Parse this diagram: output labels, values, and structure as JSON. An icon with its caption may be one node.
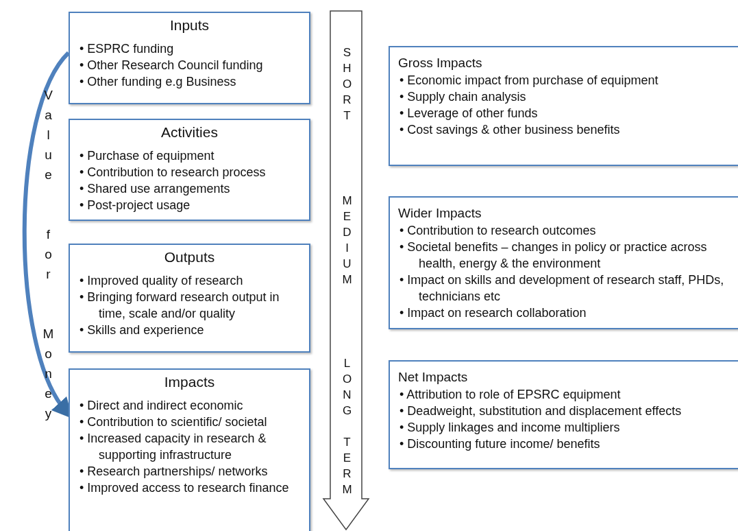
{
  "diagram": {
    "nodes": [
      {
        "text": [
          "Inputs",
          "• ESPRC funding",
          "• Other Research Council funding",
          "• Other funding e.g Business"
        ]
      },
      {
        "text": [
          "Activities",
          "• Purchase of equipment",
          "• Contribution to research process",
          "• Shared use arrangements",
          "• Post-project usage"
        ]
      },
      {
        "text": [
          "Outputs",
          "• Improved quality of research",
          "• Bringing forward research output in time, scale and/or quality",
          "• Skills and experience"
        ]
      },
      {
        "text": [
          "Impacts",
          "• Direct and indirect economic",
          "• Contribution to scientific/ societal",
          "• Increased capacity in research & supporting infrastructure",
          "• Research partnerships/ networks",
          "• Improved access to research finance"
        ]
      },
      {
        "text": [
          "Gross Impacts",
          "• Economic impact from purchase of equipment",
          "• Supply chain analysis",
          "• Leverage of other funds",
          "• Cost savings & other business benefits"
        ]
      },
      {
        "text": [
          "Wider Impacts",
          "• Contribution to research outcomes",
          "• Societal benefits – changes in policy or practice across health, energy & the environment",
          "• Impact on skills and development of research staff, PHDs, technicians etc",
          "• Impact on research collaboration"
        ]
      },
      {
        "text": [
          "Net Impacts",
          "• Attribution to role of EPSRC equipment",
          "• Deadweight, substitution and displacement effects",
          "• Supply linkages and income multipliers",
          "• Discounting future income/ benefits"
        ]
      },
      {
        "text": [
          "SHORT",
          "MEDIUM",
          "LONG TERM"
        ]
      }
    ],
    "edges": [
      {
        "from": 0,
        "to": 3,
        "arrow": "to",
        "label": "Value for Money"
      }
    ]
  }
}
